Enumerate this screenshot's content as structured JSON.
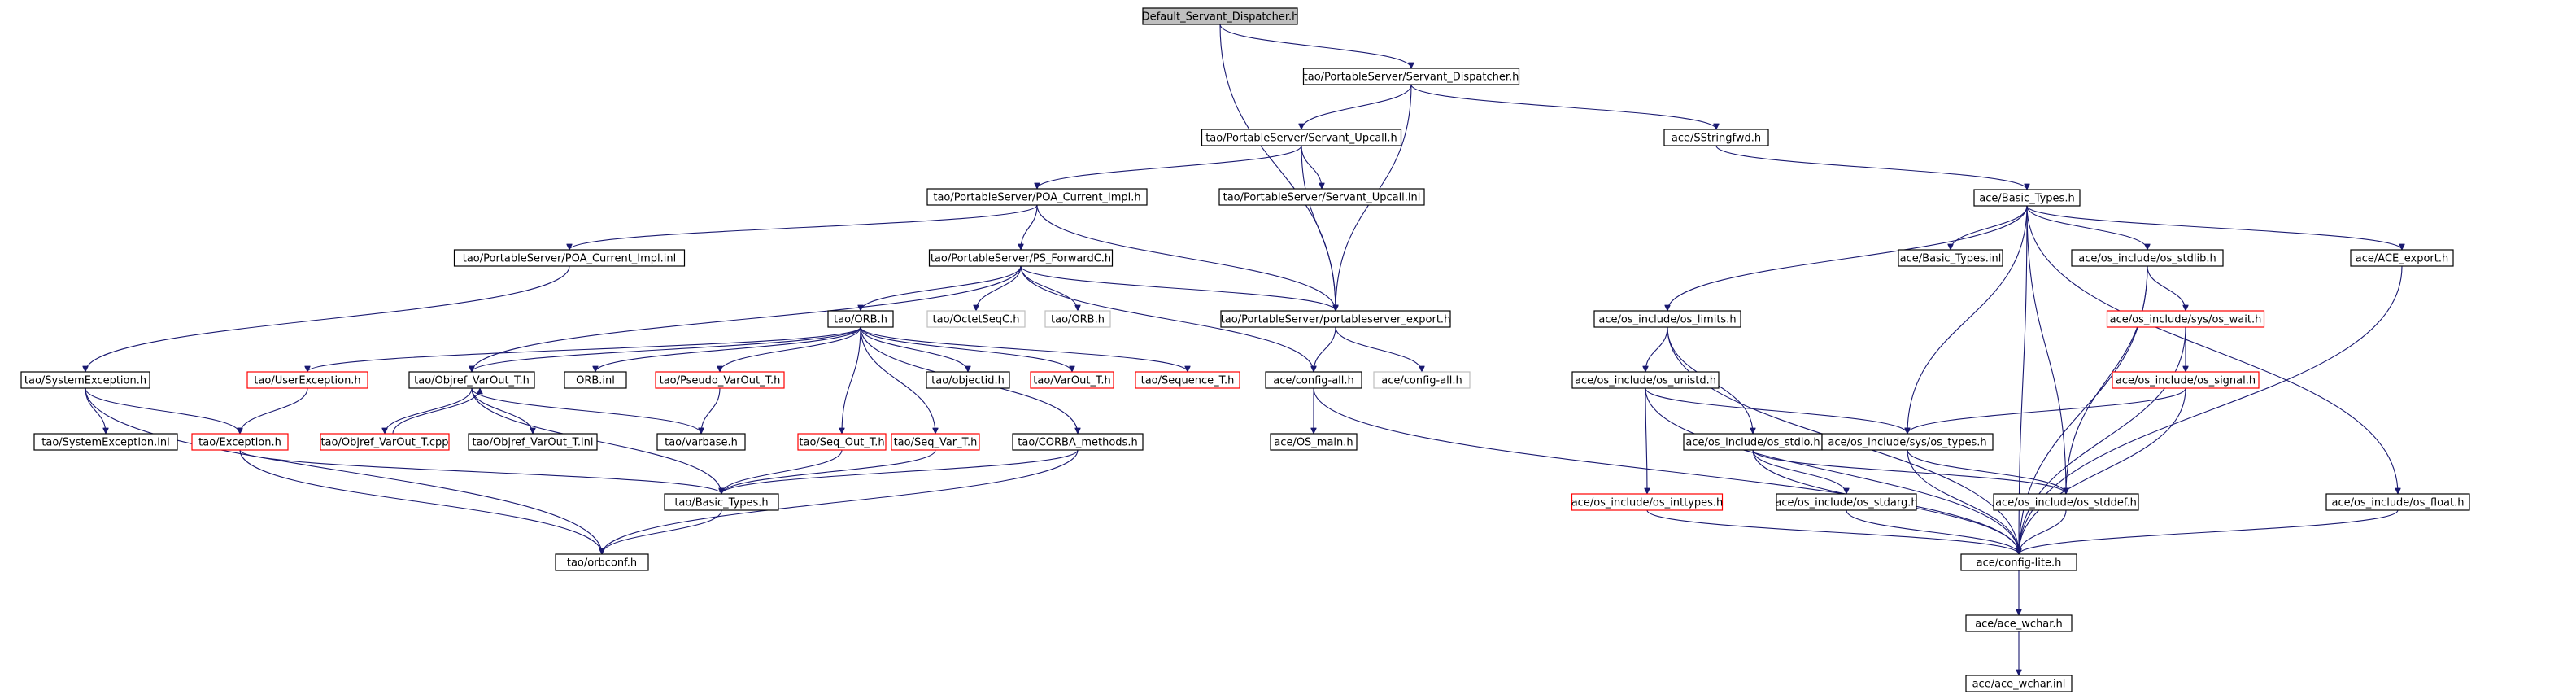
{
  "diagram": {
    "title": "Default_Servant_Dispatcher.h",
    "nodes": [
      {
        "id": "root",
        "label": "Default_Servant_Dispatcher.h",
        "style": "root"
      },
      {
        "id": "sd",
        "label": "tao/PortableServer/Servant_Dispatcher.h",
        "style": "normal"
      },
      {
        "id": "su",
        "label": "tao/PortableServer/Servant_Upcall.h",
        "style": "normal"
      },
      {
        "id": "sfwd",
        "label": "ace/SStringfwd.h",
        "style": "normal"
      },
      {
        "id": "poacur",
        "label": "tao/PortableServer/POA_Current_Impl.h",
        "style": "normal"
      },
      {
        "id": "suinl",
        "label": "tao/PortableServer/Servant_Upcall.inl",
        "style": "normal"
      },
      {
        "id": "btace",
        "label": "ace/Basic_Types.h",
        "style": "normal"
      },
      {
        "id": "poacurinl",
        "label": "tao/PortableServer/POA_Current_Impl.inl",
        "style": "normal"
      },
      {
        "id": "psfwd",
        "label": "tao/PortableServer/PS_ForwardC.h",
        "style": "normal"
      },
      {
        "id": "btinl",
        "label": "ace/Basic_Types.inl",
        "style": "normal"
      },
      {
        "id": "osstdlib",
        "label": "ace/os_include/os_stdlib.h",
        "style": "normal"
      },
      {
        "id": "aceexp",
        "label": "ace/ACE_export.h",
        "style": "normal"
      },
      {
        "id": "orb",
        "label": "tao/ORB.h",
        "style": "normal"
      },
      {
        "id": "octet",
        "label": "tao/OctetSeqC.h",
        "style": "gray"
      },
      {
        "id": "orbgray",
        "label": "tao/ORB.h",
        "style": "gray"
      },
      {
        "id": "psexp",
        "label": "tao/PortableServer/portableserver_export.h",
        "style": "normal"
      },
      {
        "id": "oslimits",
        "label": "ace/os_include/os_limits.h",
        "style": "normal"
      },
      {
        "id": "oswait",
        "label": "ace/os_include/sys/os_wait.h",
        "style": "red"
      },
      {
        "id": "sysexc",
        "label": "tao/SystemException.h",
        "style": "normal"
      },
      {
        "id": "userexc",
        "label": "tao/UserException.h",
        "style": "red"
      },
      {
        "id": "objvar",
        "label": "tao/Objref_VarOut_T.h",
        "style": "normal"
      },
      {
        "id": "orbinl",
        "label": "ORB.inl",
        "style": "normal"
      },
      {
        "id": "pseudo",
        "label": "tao/Pseudo_VarOut_T.h",
        "style": "red"
      },
      {
        "id": "objectid",
        "label": "tao/objectid.h",
        "style": "normal"
      },
      {
        "id": "varout",
        "label": "tao/VarOut_T.h",
        "style": "red"
      },
      {
        "id": "seqt",
        "label": "tao/Sequence_T.h",
        "style": "red"
      },
      {
        "id": "cfgall",
        "label": "ace/config-all.h",
        "style": "normal"
      },
      {
        "id": "cfgallgray",
        "label": "ace/config-all.h",
        "style": "gray"
      },
      {
        "id": "osunistd",
        "label": "ace/os_include/os_unistd.h",
        "style": "normal"
      },
      {
        "id": "ossignal",
        "label": "ace/os_include/os_signal.h",
        "style": "red"
      },
      {
        "id": "sysexcinl",
        "label": "tao/SystemException.inl",
        "style": "normal"
      },
      {
        "id": "exc",
        "label": "tao/Exception.h",
        "style": "red"
      },
      {
        "id": "objvarcpp",
        "label": "tao/Objref_VarOut_T.cpp",
        "style": "red"
      },
      {
        "id": "objvarinl",
        "label": "tao/Objref_VarOut_T.inl",
        "style": "normal"
      },
      {
        "id": "varbase",
        "label": "tao/varbase.h",
        "style": "normal"
      },
      {
        "id": "seqout",
        "label": "tao/Seq_Out_T.h",
        "style": "red"
      },
      {
        "id": "seqvar",
        "label": "tao/Seq_Var_T.h",
        "style": "red"
      },
      {
        "id": "corba",
        "label": "tao/CORBA_methods.h",
        "style": "normal"
      },
      {
        "id": "osmain",
        "label": "ace/OS_main.h",
        "style": "normal"
      },
      {
        "id": "osstdio",
        "label": "ace/os_include/os_stdio.h",
        "style": "normal"
      },
      {
        "id": "ostypes",
        "label": "ace/os_include/sys/os_types.h",
        "style": "normal"
      },
      {
        "id": "osinttypes",
        "label": "ace/os_include/os_inttypes.h",
        "style": "red"
      },
      {
        "id": "osstdarg",
        "label": "ace/os_include/os_stdarg.h",
        "style": "normal"
      },
      {
        "id": "osstddef",
        "label": "ace/os_include/os_stddef.h",
        "style": "normal"
      },
      {
        "id": "osfloat",
        "label": "ace/os_include/os_float.h",
        "style": "normal"
      },
      {
        "id": "taobt",
        "label": "tao/Basic_Types.h",
        "style": "normal"
      },
      {
        "id": "orbconf",
        "label": "tao/orbconf.h",
        "style": "normal"
      },
      {
        "id": "cfglite",
        "label": "ace/config-lite.h",
        "style": "normal"
      },
      {
        "id": "acewchar",
        "label": "ace/ace_wchar.h",
        "style": "normal"
      },
      {
        "id": "acewcharinl",
        "label": "ace/ace_wchar.inl",
        "style": "normal"
      }
    ],
    "edges": [
      [
        "root",
        "sd"
      ],
      [
        "root",
        "psexp"
      ],
      [
        "sd",
        "su"
      ],
      [
        "sd",
        "sfwd"
      ],
      [
        "sd",
        "psexp"
      ],
      [
        "su",
        "poacur"
      ],
      [
        "su",
        "suinl"
      ],
      [
        "su",
        "psexp"
      ],
      [
        "sfwd",
        "btace"
      ],
      [
        "poacur",
        "poacurinl"
      ],
      [
        "poacur",
        "psfwd"
      ],
      [
        "poacur",
        "psexp"
      ],
      [
        "poacurinl",
        "sysexc"
      ],
      [
        "psfwd",
        "orb"
      ],
      [
        "psfwd",
        "octet"
      ],
      [
        "psfwd",
        "orbgray"
      ],
      [
        "psfwd",
        "psexp"
      ],
      [
        "psfwd",
        "objvar"
      ],
      [
        "psfwd",
        "cfgall"
      ],
      [
        "psexp",
        "cfgall"
      ],
      [
        "psexp",
        "cfgallgray"
      ],
      [
        "orb",
        "userexc"
      ],
      [
        "orb",
        "objvar"
      ],
      [
        "orb",
        "orbinl"
      ],
      [
        "orb",
        "pseudo"
      ],
      [
        "orb",
        "objectid"
      ],
      [
        "orb",
        "varout"
      ],
      [
        "orb",
        "seqt"
      ],
      [
        "orb",
        "seqout"
      ],
      [
        "orb",
        "seqvar"
      ],
      [
        "orb",
        "corba"
      ],
      [
        "sysexc",
        "sysexcinl"
      ],
      [
        "sysexc",
        "exc"
      ],
      [
        "sysexc",
        "orbconf"
      ],
      [
        "userexc",
        "exc"
      ],
      [
        "objvar",
        "objvarcpp"
      ],
      [
        "objvarcpp",
        "objvar"
      ],
      [
        "objvar",
        "objvarinl"
      ],
      [
        "objvar",
        "varbase"
      ],
      [
        "objvar",
        "taobt"
      ],
      [
        "pseudo",
        "varbase"
      ],
      [
        "exc",
        "taobt"
      ],
      [
        "exc",
        "orbconf"
      ],
      [
        "seqout",
        "taobt"
      ],
      [
        "seqvar",
        "taobt"
      ],
      [
        "corba",
        "taobt"
      ],
      [
        "corba",
        "orbconf"
      ],
      [
        "taobt",
        "orbconf"
      ],
      [
        "cfgall",
        "osmain"
      ],
      [
        "cfgall",
        "cfglite"
      ],
      [
        "btace",
        "btinl"
      ],
      [
        "btace",
        "osstdlib"
      ],
      [
        "btace",
        "aceexp"
      ],
      [
        "btace",
        "oslimits"
      ],
      [
        "btace",
        "ostypes"
      ],
      [
        "btace",
        "osstddef"
      ],
      [
        "btace",
        "osfloat"
      ],
      [
        "btace",
        "cfglite"
      ],
      [
        "osstdlib",
        "oswait"
      ],
      [
        "osstdlib",
        "osstddef"
      ],
      [
        "osstdlib",
        "cfglite"
      ],
      [
        "oswait",
        "ossignal"
      ],
      [
        "oswait",
        "cfglite"
      ],
      [
        "ossignal",
        "ostypes"
      ],
      [
        "ossignal",
        "cfglite"
      ],
      [
        "aceexp",
        "cfglite"
      ],
      [
        "oslimits",
        "osunistd"
      ],
      [
        "oslimits",
        "osstdio"
      ],
      [
        "oslimits",
        "cfglite"
      ],
      [
        "osunistd",
        "ostypes"
      ],
      [
        "osunistd",
        "osinttypes"
      ],
      [
        "osunistd",
        "cfglite"
      ],
      [
        "osstdio",
        "osstdarg"
      ],
      [
        "osstdio",
        "osstddef"
      ],
      [
        "osstdio",
        "cfglite"
      ],
      [
        "ostypes",
        "osstddef"
      ],
      [
        "ostypes",
        "cfglite"
      ],
      [
        "osinttypes",
        "cfglite"
      ],
      [
        "osstdarg",
        "cfglite"
      ],
      [
        "osstddef",
        "cfglite"
      ],
      [
        "osfloat",
        "cfglite"
      ],
      [
        "cfglite",
        "acewchar"
      ],
      [
        "acewchar",
        "acewcharinl"
      ]
    ]
  }
}
